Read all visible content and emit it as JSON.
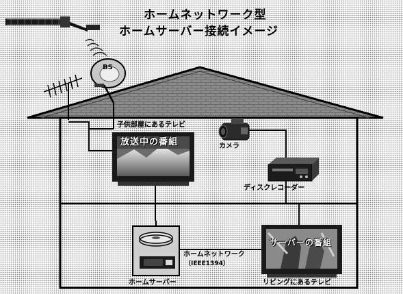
{
  "title": {
    "line1": "ホームネットワーク型",
    "line2": "ホームサーバー接続イメージ"
  },
  "satellite": {
    "dish_label": "BS"
  },
  "devices": {
    "kids_tv_label": "子供部屋にあるテレビ",
    "kids_tv_screen": "放送中の番組",
    "camera_label": "カメラ",
    "recorder_label": "ディスクレコーダー",
    "server_label": "ホームサーバー",
    "living_tv_label": "リビングにあるテレビ",
    "living_tv_screen": "サーバーの番組"
  },
  "network": {
    "label": "ホームネットワーク",
    "standard": "（IEEE1394）"
  },
  "colors": {
    "halftone": "#d9d9d9",
    "roof": "#9a9a9a",
    "line": "#000000"
  }
}
